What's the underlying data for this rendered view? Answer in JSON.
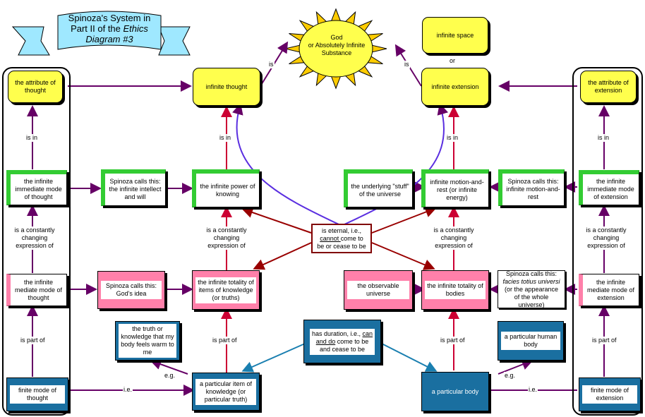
{
  "banner": {
    "line1": "Spinoza's System in",
    "line2_pre": "Part II of the ",
    "line2_ital": "Ethics",
    "line3": "Diagram #3"
  },
  "god": {
    "line1": "God",
    "line2": "or Absolutely Infinite",
    "line3": "Substance"
  },
  "infinite_space": "infinite space",
  "or_label": "or",
  "infinite_thought": "infinite thought",
  "infinite_extension": "infinite extension",
  "attr_thought": "the attribute of thought",
  "attr_extension": "the attribute of extension",
  "left": {
    "immediate": "the infinite immediate mode of thought",
    "mediate": "the infinite mediate mode of thought",
    "finite": "finite mode of thought"
  },
  "right": {
    "immediate": "the infinite immediate mode of extension",
    "mediate": "the infinite mediate mode of extension",
    "finite": "finite mode of extension"
  },
  "calls_intellect": "Spinoza calls this: the infinite intellect and will",
  "power_knowing": "the infinite power of knowing",
  "stuff": "the underlying \"stuff\" of the universe",
  "motion_rest": "infinite motion-and-rest (or infinite energy)",
  "calls_motion": "Spinoza calls this: infinite motion-and-rest",
  "eternal": {
    "l1": "is eternal, i.e.,",
    "l2u": "cannot ",
    "l2": "come to",
    "l3": "be or cease to be"
  },
  "calls_idea": "Spinoza calls this: God's idea",
  "totality_knowledge": "the infinite totality of items of knowledge (or truths)",
  "observable": "the observable universe",
  "totality_bodies": "the infinite totality of bodies",
  "calls_facies": {
    "l1": "Spinoza calls this:",
    "l2": "facies totius universi",
    "l3": "(or the appearance of the whole universe)"
  },
  "truth_warm": "the truth or knowledge that my body feels warm to me",
  "duration": {
    "l1": "has duration, i.e., ",
    "l1u": "can",
    "l2u": "and do",
    "l2": " come to be",
    "l3": "and cease to be"
  },
  "human_body": "a particular human body",
  "item_knowledge": "a particular item of knowledge (or particular truth)",
  "particular_body": "a particular body",
  "labels": {
    "is": "is",
    "is_in": "is in",
    "part_of": "is part of",
    "const1": "is a constantly",
    "const2": "changing",
    "const3": "expression of",
    "eg": "e.g.",
    "ie": "i.e."
  }
}
